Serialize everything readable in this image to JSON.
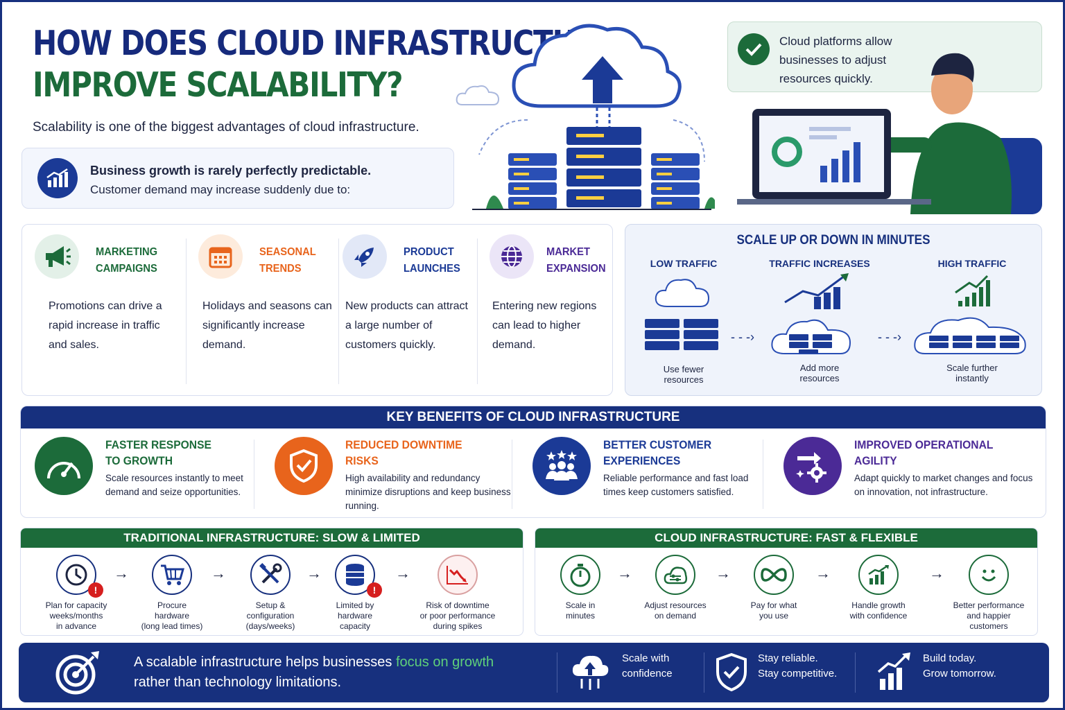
{
  "title": {
    "line1": "HOW DOES CLOUD INFRASTRUCTURE",
    "line2": "IMPROVE SCALABILITY?"
  },
  "subtitle": "Scalability is one of the biggest advantages of cloud infrastructure.",
  "growth": {
    "line1": "Business growth is rarely perfectly predictable.",
    "line2": "Customer demand may increase suddenly due to:",
    "icon": "growth-chart-icon"
  },
  "platform_note": {
    "text": "Cloud platforms allow businesses to adjust resources quickly.",
    "icon": "check-icon"
  },
  "drivers": [
    {
      "title": "MARKETING\nCAMPAIGNS",
      "desc": "Promotions can drive a rapid increase in traffic and sales.",
      "icon": "megaphone-icon",
      "color": "#1c6b3a",
      "bg": "#e3f0e8"
    },
    {
      "title": "SEASONAL\nTRENDS",
      "desc": "Holidays and seasons can significantly increase demand.",
      "icon": "calendar-icon",
      "color": "#e8641c",
      "bg": "#fdebdc"
    },
    {
      "title": "PRODUCT\nLAUNCHES",
      "desc": "New products can attract a large number of customers quickly.",
      "icon": "rocket-icon",
      "color": "#1b3a96",
      "bg": "#e2e8f7"
    },
    {
      "title": "MARKET\nEXPANSION",
      "desc": "Entering new regions can lead to higher demand.",
      "icon": "globe-icon",
      "color": "#4b2a96",
      "bg": "#ebe5f7"
    }
  ],
  "scale": {
    "title": "SCALE UP OR DOWN IN MINUTES",
    "stages": [
      {
        "head": "LOW TRAFFIC",
        "caption": "Use fewer\nresources"
      },
      {
        "head": "TRAFFIC INCREASES",
        "caption": "Add more\nresources"
      },
      {
        "head": "HIGH TRAFFIC",
        "caption": "Scale further\ninstantly"
      }
    ]
  },
  "benefits": {
    "title": "KEY BENEFITS OF CLOUD INFRASTRUCTURE",
    "items": [
      {
        "title": "FASTER RESPONSE\nTO GROWTH",
        "desc": "Scale resources instantly to meet demand and seize opportunities.",
        "icon": "speedometer-icon",
        "color": "#1c6b3a"
      },
      {
        "title": "REDUCED DOWNTIME\nRISKS",
        "desc": "High availability and redundancy minimize disruptions and keep business running.",
        "icon": "shield-check-icon",
        "color": "#e8641c"
      },
      {
        "title": "BETTER CUSTOMER\nEXPERIENCES",
        "desc": "Reliable performance and fast load times keep customers satisfied.",
        "icon": "customers-stars-icon",
        "color": "#1b3a96"
      },
      {
        "title": "IMPROVED OPERATIONAL\nAGILITY",
        "desc": "Adapt quickly to market changes and focus on innovation, not infrastructure.",
        "icon": "gear-arrows-icon",
        "color": "#4b2a96"
      }
    ]
  },
  "traditional": {
    "title": "TRADITIONAL INFRASTRUCTURE: SLOW & LIMITED",
    "steps": [
      {
        "label": "Plan for capacity\nweeks/months\nin advance",
        "icon": "clock-icon"
      },
      {
        "label": "Procure\nhardware\n(long lead times)",
        "icon": "cart-icon"
      },
      {
        "label": "Setup &\nconfiguration\n(days/weeks)",
        "icon": "tools-icon"
      },
      {
        "label": "Limited by\nhardware\ncapacity",
        "icon": "database-icon"
      },
      {
        "label": "Risk of downtime\nor poor performance\nduring spikes",
        "icon": "chart-down-icon"
      }
    ]
  },
  "cloud": {
    "title": "CLOUD INFRASTRUCTURE: FAST & FLEXIBLE",
    "steps": [
      {
        "label": "Scale in\nminutes",
        "icon": "stopwatch-icon"
      },
      {
        "label": "Adjust resources\non demand",
        "icon": "cloud-sliders-icon"
      },
      {
        "label": "Pay for what\nyou use",
        "icon": "infinity-icon"
      },
      {
        "label": "Handle growth\nwith confidence",
        "icon": "growth-chart-icon"
      },
      {
        "label": "Better performance\nand happier\ncustomers",
        "icon": "smile-icon"
      }
    ]
  },
  "footer": {
    "main_pre": "A scalable infrastructure helps businesses ",
    "main_highlight": "focus on growth",
    "main_post": "rather than technology limitations.",
    "items": [
      {
        "text": "Scale with\nconfidence",
        "icon": "cloud-upload-icon"
      },
      {
        "text": "Stay reliable.\nStay competitive.",
        "icon": "shield-check-icon"
      },
      {
        "text": "Build today.\nGrow tomorrow.",
        "icon": "growth-chart-icon"
      }
    ]
  },
  "colors": {
    "navy": "#17307e",
    "green": "#1c6b3a",
    "orange": "#e8641c",
    "purple": "#4b2a96"
  }
}
